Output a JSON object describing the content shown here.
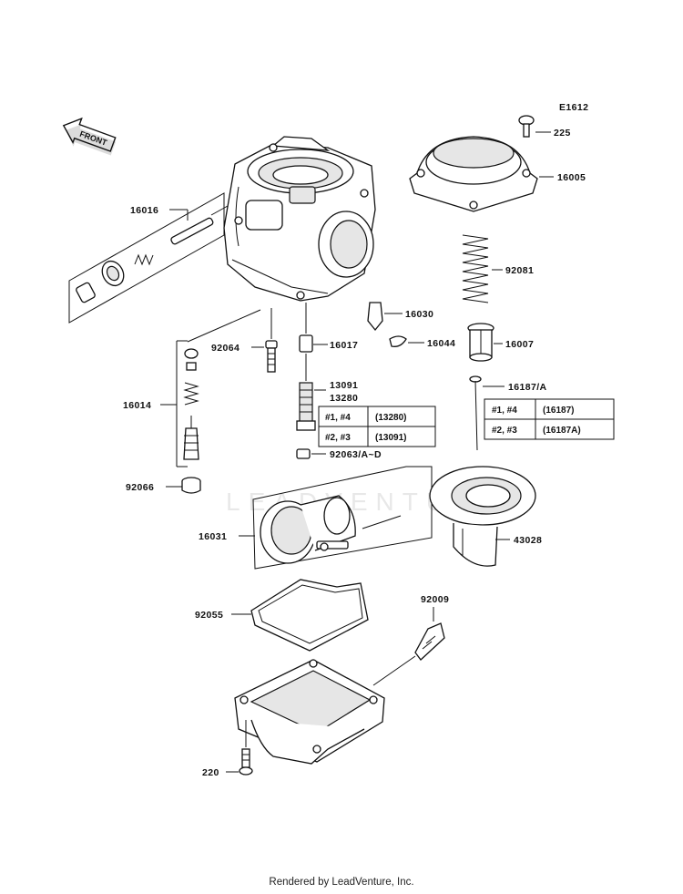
{
  "diagram": {
    "code": "E1612",
    "front_label": "FRONT",
    "watermark": "LEADVENTURE",
    "parts": {
      "p225": "225",
      "p16005": "16005",
      "p16016": "16016",
      "p92081": "92081",
      "p16030": "16030",
      "p92064": "92064",
      "p16017": "16017",
      "p16044": "16044",
      "p16007": "16007",
      "p16014": "16014",
      "p13091": "13091",
      "p13280": "13280",
      "p16187A": "16187/A",
      "p92063": "92063/A~D",
      "p92066": "92066",
      "p16031": "16031",
      "p43028": "43028",
      "p92055": "92055",
      "p92009": "92009",
      "p220": "220"
    },
    "jet_table": [
      {
        "cyl": "#1, #4",
        "part": "(13280)"
      },
      {
        "cyl": "#2, #3",
        "part": "(13091)"
      }
    ],
    "needle_table": [
      {
        "cyl": "#1, #4",
        "part": "(16187)"
      },
      {
        "cyl": "#2, #3",
        "part": "(16187A)"
      }
    ]
  },
  "footer": "Rendered by LeadVenture, Inc."
}
